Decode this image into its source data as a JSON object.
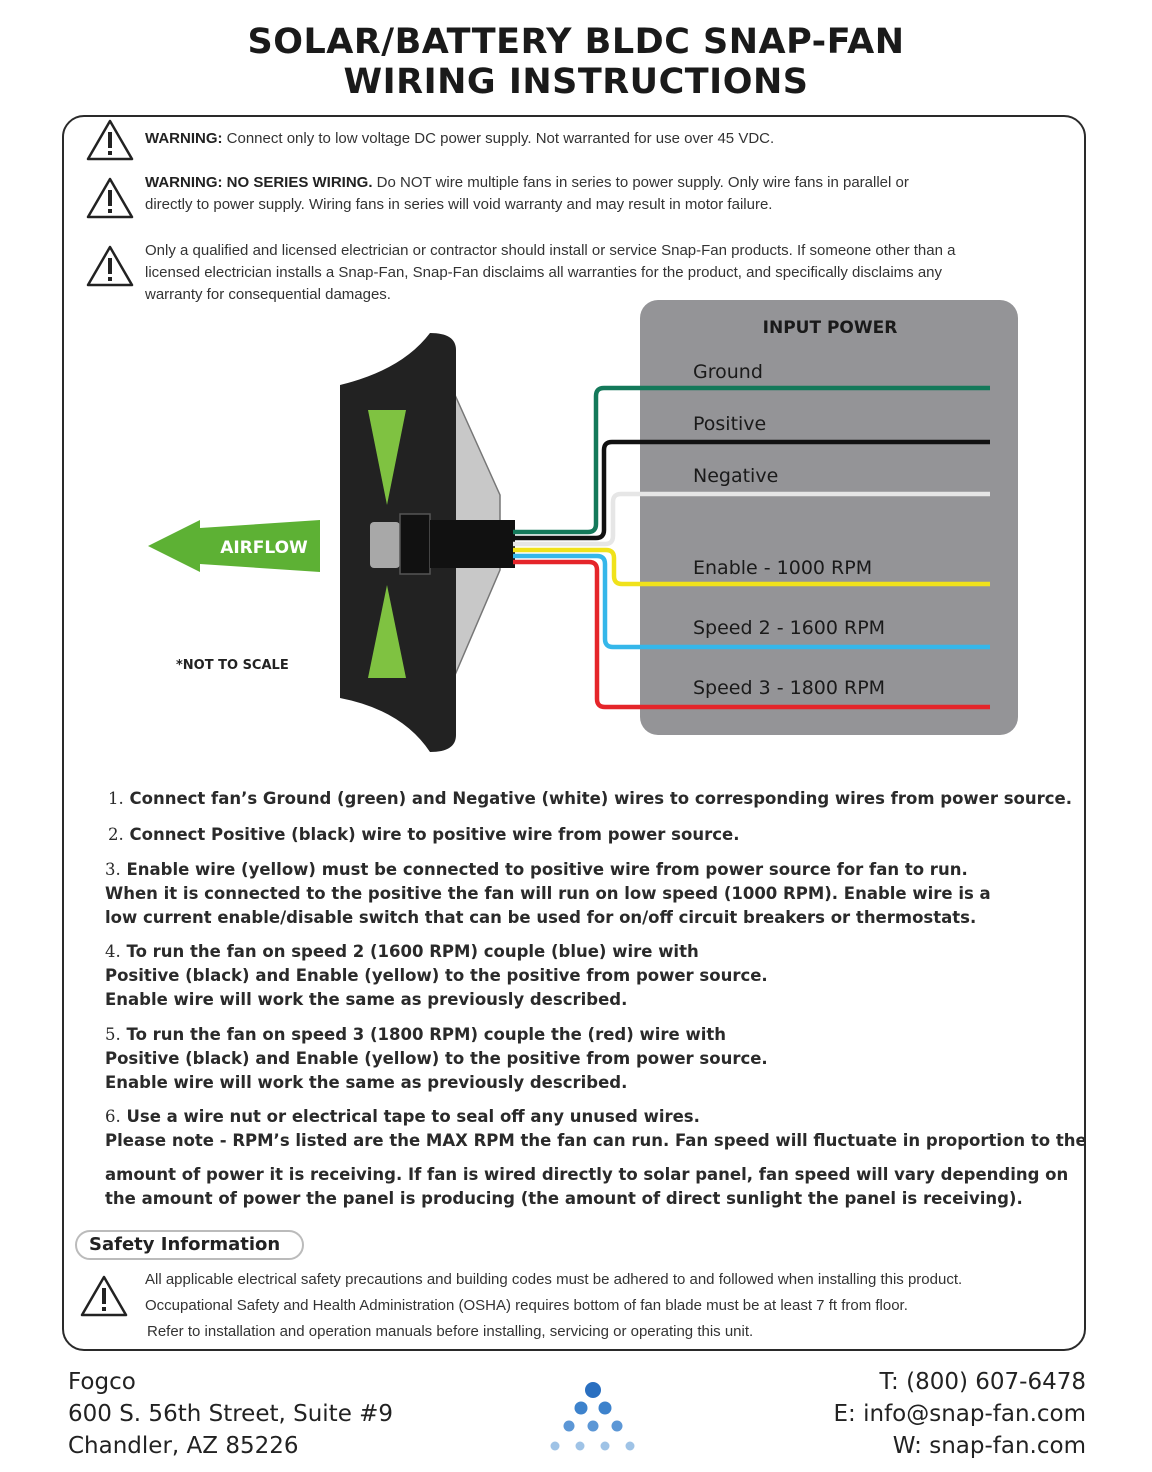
{
  "title": {
    "line1": "SOLAR/BATTERY BLDC SNAP-FAN",
    "line2": "WIRING INSTRUCTIONS"
  },
  "warnings": [
    {
      "icon": "warning-triangle-icon",
      "bold": "WARNING:",
      "text": " Connect only to low voltage DC power supply. Not warranted for use over 45 VDC."
    },
    {
      "icon": "warning-triangle-icon",
      "bold": "WARNING: NO SERIES WIRING.",
      "text": " Do NOT wire multiple fans in series to power supply. Only wire fans in parallel or",
      "line2": "directly to power supply. Wiring fans in series will void warranty and may result in motor failure."
    },
    {
      "icon": "warning-triangle-icon",
      "line1": "Only a qualified and licensed electrician or contractor should install or service Snap-Fan products. If someone other than a",
      "line2": "licensed electrician installs a Snap-Fan, Snap-Fan disclaims all warranties for the product, and specifically disclaims any",
      "line3": "warranty for consequential damages."
    }
  ],
  "diagram": {
    "panel_title": "INPUT POWER",
    "airflow_label": "AIRFLOW",
    "scale_note": "*NOT TO SCALE",
    "wires": [
      {
        "label": "Ground",
        "color": "#14795a"
      },
      {
        "label": "Positive",
        "color": "#111111"
      },
      {
        "label": "Negative",
        "color": "#e6e6e6"
      },
      {
        "label": "Enable - 1000 RPM",
        "color": "#f0e21b"
      },
      {
        "label": "Speed 2 - 1600 RPM",
        "color": "#35b7ea"
      },
      {
        "label": "Speed 3 - 1800 RPM",
        "color": "#e5252a"
      }
    ],
    "panel_color": "#949497",
    "airflow_color": "#5db134"
  },
  "instructions": [
    {
      "num": "1.",
      "lines": [
        "Connect fan’s Ground (green) and Negative (white) wires to corresponding wires from power source."
      ]
    },
    {
      "num": "2.",
      "lines": [
        "Connect Positive (black) wire to positive wire from power source."
      ]
    },
    {
      "num": "3.",
      "lines": [
        "Enable wire (yellow) must be connected to positive wire from power source for fan to run.",
        "When it is connected to the positive the fan will run on low speed (1000 RPM). Enable wire is a",
        "low current enable/disable switch that can be used for on/off circuit breakers or thermostats."
      ]
    },
    {
      "num": "4.",
      "lines": [
        "To run the fan on speed 2 (1600 RPM) couple (blue) wire with",
        "Positive (black) and Enable (yellow) to the positive from power source.",
        "Enable wire will work the same as previously described."
      ]
    },
    {
      "num": "5.",
      "lines": [
        "To run the fan on speed 3 (1800 RPM) couple the (red) wire with",
        "Positive (black) and Enable (yellow) to the positive from power source.",
        "Enable wire will work the same as previously described."
      ]
    },
    {
      "num": "6.",
      "lines": [
        "Use a wire nut or electrical tape to seal off any unused wires.",
        "Please note - RPM’s listed are the MAX RPM the fan can run. Fan speed will fluctuate in proportion to the",
        "amount of power it is receiving. If fan is wired directly to solar panel, fan speed will vary depending on",
        "the amount of power the panel is producing (the amount of direct sunlight the panel is receiving)."
      ]
    }
  ],
  "safety": {
    "heading": "Safety Information",
    "lines": [
      "All applicable electrical safety precautions and building codes must be adhered to and followed when installing this product.",
      "Occupational Safety and Health Administration (OSHA) requires bottom of fan blade must be at least 7 ft from floor.",
      "Refer to installation and operation manuals before installing, servicing or operating this unit."
    ]
  },
  "footer": {
    "company": "Fogco",
    "address1": "600 S. 56th Street, Suite #9",
    "address2": "Chandler, AZ 85226",
    "phone": "T: (800) 607-6478",
    "email": "E: info@snap-fan.com",
    "web": "W: snap-fan.com",
    "logo_color": "#2a6fc0",
    "logo_light": "#9fc3e6"
  }
}
